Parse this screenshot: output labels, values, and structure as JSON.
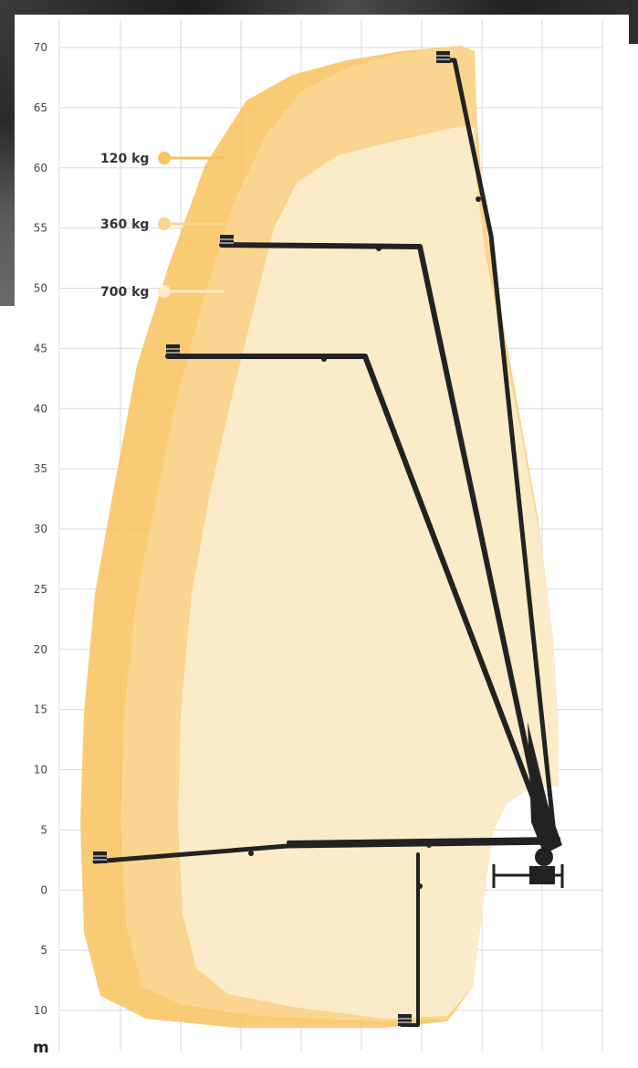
{
  "chart_data": {
    "type": "reach-diagram",
    "unit_label": "m",
    "y_ticks": [
      "70",
      "65",
      "60",
      "55",
      "50",
      "45",
      "40",
      "35",
      "30",
      "25",
      "20",
      "15",
      "10",
      "5",
      "0",
      "5",
      "10"
    ],
    "y_tick_values": [
      70,
      65,
      60,
      55,
      50,
      45,
      40,
      35,
      30,
      25,
      20,
      15,
      10,
      5,
      0,
      -5,
      -10
    ],
    "legend": [
      {
        "label": "120 kg",
        "color": "#f8c25c"
      },
      {
        "label": "360 kg",
        "color": "#fad58f"
      },
      {
        "label": "700 kg",
        "color": "#fcebc8"
      }
    ],
    "grid": true
  }
}
